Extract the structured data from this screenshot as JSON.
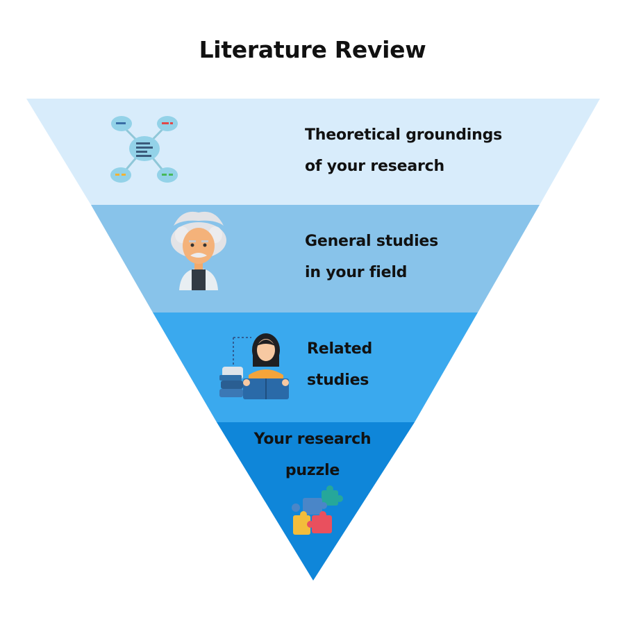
{
  "title": "Literature Review",
  "colors": {
    "level_1": "#d8ecfb",
    "level_2": "#88c3ea",
    "level_3": "#3aa9ee",
    "level_4": "#0f86d9",
    "text": "#111111"
  },
  "levels": [
    {
      "icon": "mind-map-icon",
      "lines": [
        "Theoretical groundings",
        "of your research"
      ]
    },
    {
      "icon": "scientist-icon",
      "lines": [
        "General studies",
        "in your field"
      ]
    },
    {
      "icon": "reading-student-icon",
      "lines": [
        "Related",
        "studies"
      ]
    },
    {
      "icon": "puzzle-icon",
      "lines": [
        "Your research",
        "puzzle"
      ]
    }
  ]
}
